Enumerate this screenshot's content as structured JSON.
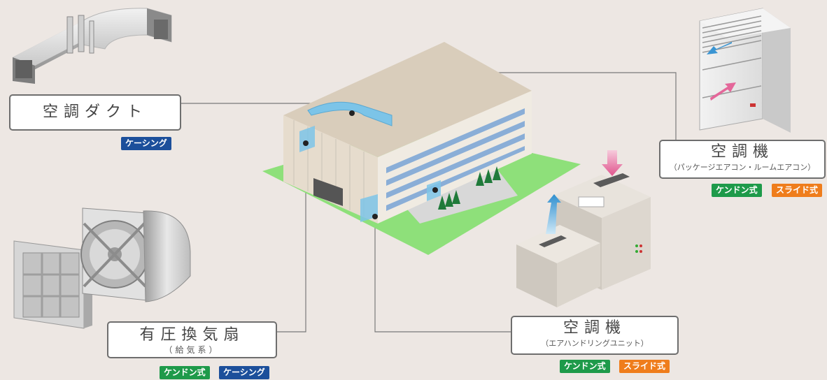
{
  "colors": {
    "background": "#ede7e3",
    "badge_casing": "#1c4f9b",
    "badge_kendon": "#1e9a4a",
    "badge_slide": "#ef7d1c",
    "lawn": "#8ee07a",
    "duct_highlight": "#7cc4e8"
  },
  "labels": {
    "duct": {
      "title": "空調ダクト",
      "badges": [
        "ケーシング"
      ]
    },
    "fan": {
      "title": "有圧換気扇",
      "subtitle": "（給気系）",
      "badges": [
        "ケンドン式",
        "ケーシング"
      ]
    },
    "package_ac": {
      "title": "空調機",
      "subtitle": "（パッケージエアコン・ルームエアコン）",
      "badges": [
        "ケンドン式",
        "スライド式"
      ]
    },
    "ahu": {
      "title": "空調機",
      "subtitle": "（エアハンドリングユニット）",
      "badges": [
        "ケンドン式",
        "スライド式"
      ]
    }
  },
  "illustrations": {
    "duct": "duct-icon",
    "fan": "exhaust-fan-icon",
    "building": "building-icon",
    "package_ac": "package-air-conditioner-icon",
    "ahu": "air-handling-unit-icon"
  }
}
